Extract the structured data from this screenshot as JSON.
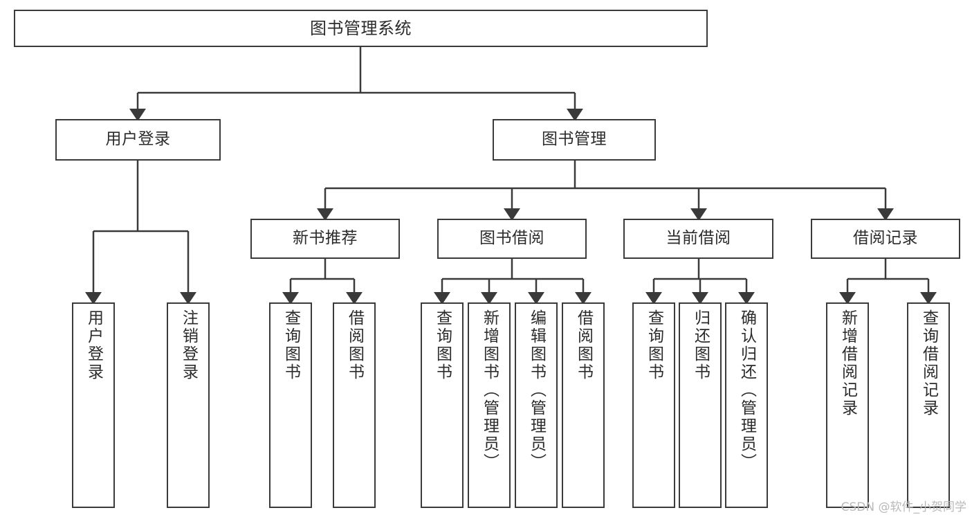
{
  "diagram": {
    "title": "图书管理系统",
    "type": "tree-structure-chart",
    "orientation": "top-down",
    "stroke_color": "#3a3a3a",
    "text_color": "#2b2b2b",
    "background_color": "#ffffff"
  },
  "watermark": {
    "text": "CSDN @软件_小贺同学",
    "color": "#b9b9b9"
  },
  "nodes": {
    "root": {
      "label": "图书管理系统"
    },
    "level1": [
      {
        "id": "user-login",
        "label": "用户登录"
      },
      {
        "id": "book-management",
        "label": "图书管理"
      }
    ],
    "level2": [
      {
        "id": "new-book-recommend",
        "label": "新书推荐"
      },
      {
        "id": "book-borrow",
        "label": "图书借阅"
      },
      {
        "id": "current-borrow",
        "label": "当前借阅"
      },
      {
        "id": "borrow-record",
        "label": "借阅记录"
      }
    ],
    "leaves": {
      "user_login": [
        {
          "id": "leaf-user-login",
          "label": "用户登录"
        },
        {
          "id": "leaf-logout-login",
          "label": "注销登录"
        }
      ],
      "new_book_recommend": [
        {
          "id": "leaf-query-book-1",
          "label": "查询图书"
        },
        {
          "id": "leaf-borrow-book-1",
          "label": "借阅图书"
        }
      ],
      "book_borrow": [
        {
          "id": "leaf-query-book-2",
          "label": "查询图书"
        },
        {
          "id": "leaf-add-book",
          "label": "新增图书（管理员）"
        },
        {
          "id": "leaf-edit-book",
          "label": "编辑图书（管理员）"
        },
        {
          "id": "leaf-borrow-book-2",
          "label": "借阅图书"
        }
      ],
      "current_borrow": [
        {
          "id": "leaf-query-book-3",
          "label": "查询图书"
        },
        {
          "id": "leaf-return-book",
          "label": "归还图书"
        },
        {
          "id": "leaf-confirm-return",
          "label": "确认归还（管理员）"
        }
      ],
      "borrow_record": [
        {
          "id": "leaf-add-record",
          "label": "新增借阅记录"
        },
        {
          "id": "leaf-query-record",
          "label": "查询借阅记录"
        }
      ]
    }
  }
}
